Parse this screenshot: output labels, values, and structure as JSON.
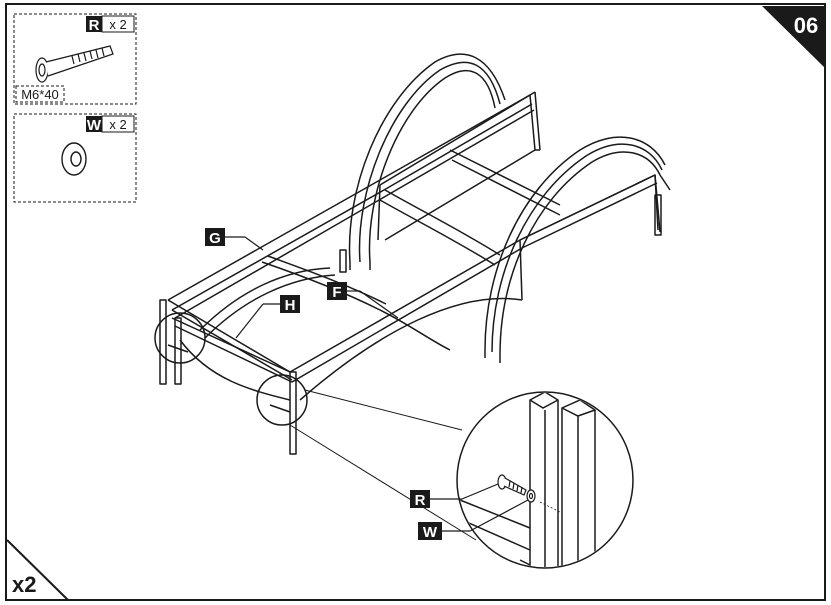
{
  "step": {
    "number": "06",
    "multiplier": "x2"
  },
  "hardware": [
    {
      "letter": "R",
      "qty": "x 2",
      "size": "M6*40",
      "icon": "bolt-icon"
    },
    {
      "letter": "W",
      "qty": "x 2",
      "icon": "washer-icon"
    }
  ],
  "part_labels": {
    "g": "G",
    "h": "H",
    "f": "F"
  },
  "detail_labels": {
    "r": "R",
    "w": "W"
  },
  "colors": {
    "ink": "#1a1a1a",
    "label_bg": "#1a1a1a",
    "label_text": "#ffffff",
    "paper": "#ffffff"
  }
}
